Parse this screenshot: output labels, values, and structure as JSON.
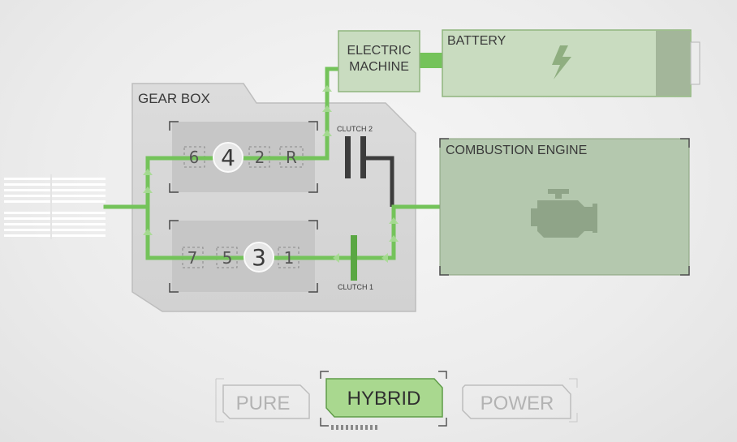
{
  "gearbox": {
    "title": "GEAR BOX",
    "upper_gears": [
      "6",
      "4",
      "2",
      "R"
    ],
    "lower_gears": [
      "7",
      "5",
      "3",
      "1"
    ],
    "active_upper": "4",
    "active_lower": "3"
  },
  "clutches": {
    "clutch1": "CLUTCH 1",
    "clutch2": "CLUTCH 2"
  },
  "electric_machine": {
    "line1": "ELECTRIC",
    "line2": "MACHINE"
  },
  "battery": {
    "title": "BATTERY",
    "icon": "lightning-icon"
  },
  "combustion_engine": {
    "title": "COMBUSTION ENGINE",
    "icon": "engine-icon"
  },
  "modes": {
    "pure": "PURE",
    "hybrid": "HYBRID",
    "power": "POWER",
    "selected": "HYBRID"
  },
  "colors": {
    "flow": "#74c35a",
    "module_fill": "#c9dcc0",
    "module_border": "#8fb57e",
    "engine_fill": "#b4c8ae",
    "gearbox_fill": "#dadada",
    "hybrid_fill": "#a9d88f"
  }
}
